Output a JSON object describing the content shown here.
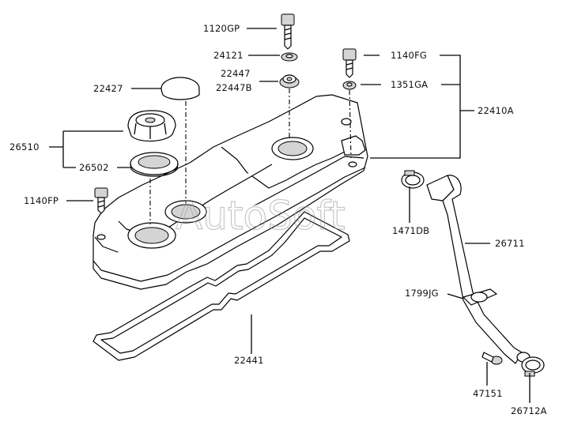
{
  "watermark": "AutoSoft",
  "labels": {
    "p1120GP": "1120GP",
    "p24121": "24121",
    "p22447": "22447",
    "p22447B": "22447B",
    "p1140FG": "1140FG",
    "p1351GA": "1351GA",
    "p22427": "22427",
    "p22410A": "22410A",
    "p26510": "26510",
    "p26502": "26502",
    "p1140FP": "1140FP",
    "p1471DB": "1471DB",
    "p26711": "26711",
    "p1799JG": "1799JG",
    "p22441": "22441",
    "p47151": "47151",
    "p26712A": "26712A"
  }
}
